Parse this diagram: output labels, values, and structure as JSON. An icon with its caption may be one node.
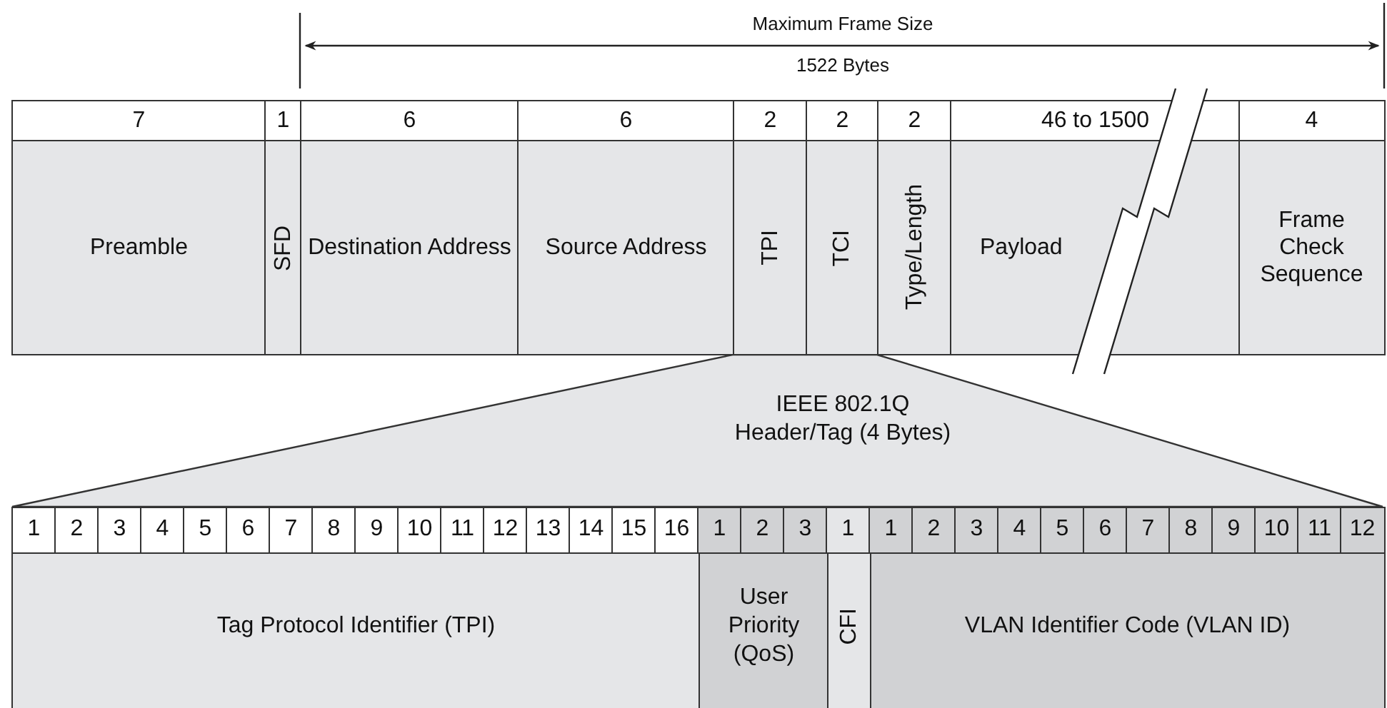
{
  "diagram": {
    "nodes": [
      {
        "text": [
          "7",
          "Preamble"
        ]
      },
      {
        "text": [
          "1",
          "SFD"
        ]
      },
      {
        "text": [
          "6",
          "Destination Address"
        ]
      },
      {
        "text": [
          "6",
          "Source Address"
        ]
      },
      {
        "text": [
          "2",
          "TPI"
        ]
      },
      {
        "text": [
          "2",
          "TCI"
        ]
      },
      {
        "text": [
          "2",
          "Type/Length"
        ]
      },
      {
        "text": [
          "46 to 1500",
          "Payload"
        ]
      },
      {
        "text": [
          "4",
          "Frame Check Sequence"
        ]
      },
      {
        "text": [
          "IEEE 802.1Q Header/Tag (4 Bytes)"
        ]
      },
      {
        "text": [
          "Tag Protocol Identifier (TPI)"
        ]
      },
      {
        "text": [
          "User Priority (QoS)"
        ]
      },
      {
        "text": [
          "CFI"
        ]
      },
      {
        "text": [
          "VLAN Identifier Code (VLAN ID)"
        ]
      }
    ],
    "labels": [
      "Maximum Frame Size",
      "1522 Bytes",
      "1",
      "2",
      "3",
      "4",
      "5",
      "6",
      "7",
      "8",
      "9",
      "10",
      "11",
      "12",
      "13",
      "14",
      "15",
      "16",
      "1",
      "2",
      "3",
      "1",
      "1",
      "2",
      "3",
      "4",
      "5",
      "6",
      "7",
      "8",
      "9",
      "10",
      "11",
      "12"
    ]
  }
}
